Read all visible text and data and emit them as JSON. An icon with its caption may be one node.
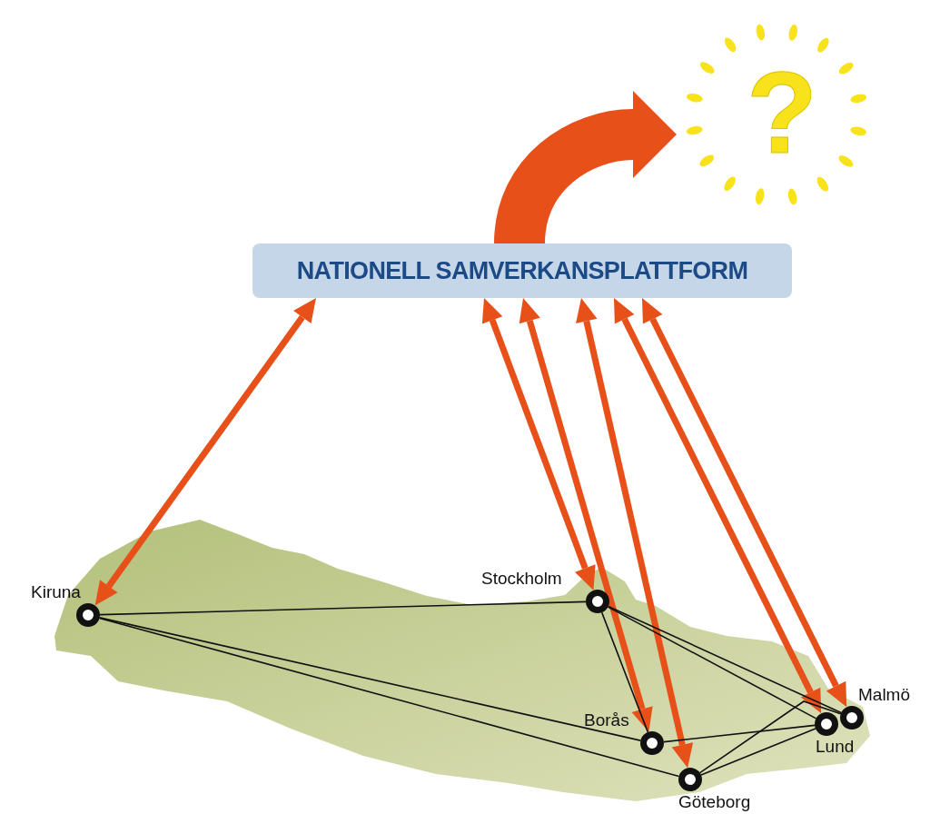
{
  "diagram": {
    "nodes": [
      {
        "text": [
          "NATIONELL SAMVERKANSPLATTFORM"
        ]
      },
      {
        "text": [
          "?"
        ]
      },
      {
        "text": [
          "Kiruna"
        ]
      },
      {
        "text": [
          "Stockholm"
        ]
      },
      {
        "text": [
          "Borås"
        ]
      },
      {
        "text": [
          "Göteborg"
        ]
      },
      {
        "text": [
          "Lund"
        ]
      },
      {
        "text": [
          "Malmö"
        ]
      }
    ],
    "edges": [
      {
        "from": 0,
        "to": 1,
        "arrow": "to",
        "style": "thick",
        "color": "#e8501a"
      },
      {
        "from": 0,
        "to": 2,
        "arrow": "both",
        "style": "thick",
        "color": "#e8501a"
      },
      {
        "from": 0,
        "to": 3,
        "arrow": "both",
        "style": "thick",
        "color": "#e8501a"
      },
      {
        "from": 0,
        "to": 4,
        "arrow": "both",
        "style": "thick",
        "color": "#e8501a"
      },
      {
        "from": 0,
        "to": 5,
        "arrow": "both",
        "style": "thick",
        "color": "#e8501a"
      },
      {
        "from": 0,
        "to": 6,
        "arrow": "both",
        "style": "thick",
        "color": "#e8501a"
      },
      {
        "from": 0,
        "to": 7,
        "arrow": "both",
        "style": "thick",
        "color": "#e8501a"
      },
      {
        "from": 2,
        "to": 3,
        "arrow": "none"
      },
      {
        "from": 2,
        "to": 4,
        "arrow": "none"
      },
      {
        "from": 2,
        "to": 5,
        "arrow": "none"
      },
      {
        "from": 3,
        "to": 4,
        "arrow": "none"
      },
      {
        "from": 3,
        "to": 6,
        "arrow": "none"
      },
      {
        "from": 3,
        "to": 7,
        "arrow": "none"
      },
      {
        "from": 4,
        "to": 6,
        "arrow": "none"
      },
      {
        "from": 5,
        "to": 6,
        "arrow": "none"
      },
      {
        "from": 5,
        "to": 7,
        "arrow": "none"
      }
    ]
  }
}
